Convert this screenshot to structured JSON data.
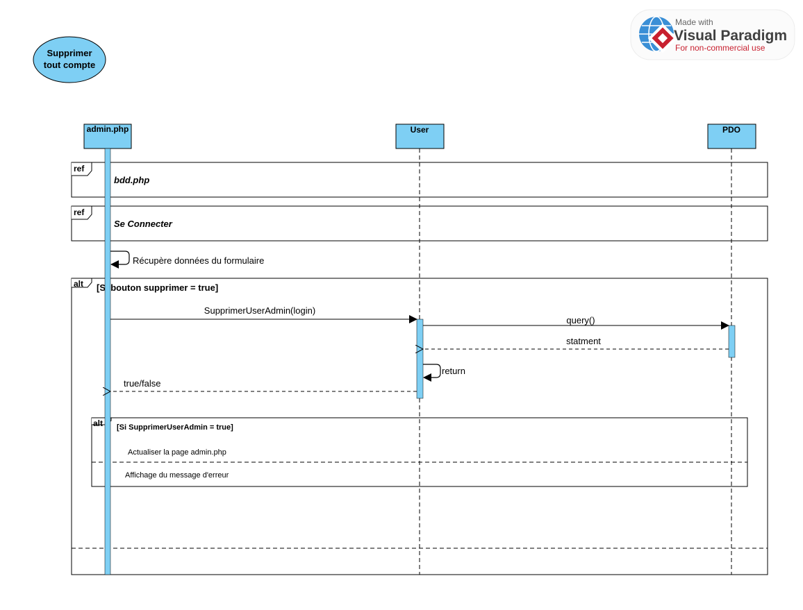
{
  "use_case": {
    "label_line1": "Supprimer",
    "label_line2": "tout compte"
  },
  "badge": {
    "made_with": "Made with",
    "brand": "Visual Paradigm",
    "license": "For non-commercial use"
  },
  "lifelines": {
    "admin": "admin.php",
    "user": "User",
    "pdo": "PDO"
  },
  "refs": [
    {
      "tag": "ref",
      "label": "bdd.php"
    },
    {
      "tag": "ref",
      "label": "Se Connecter"
    }
  ],
  "messages": {
    "recupere": "Récupère données du formulaire",
    "supprimer_user_admin": "SupprimerUserAdmin(login)",
    "query": "query()",
    "statment": "statment",
    "return": "return",
    "true_false": "true/false"
  },
  "alt_outer": {
    "tag": "alt",
    "guard": "[Si bouton supprimer = true]"
  },
  "alt_inner": {
    "tag": "alt",
    "guard": "[Si SupprimerUserAdmin = true]",
    "branch1": "Actualiser la page admin.php",
    "branch2": "Affichage du message d'erreur"
  },
  "colors": {
    "fill": "#7ecff4",
    "line": "#000000",
    "badge_red": "#c8202f",
    "badge_blue": "#3a8fd6"
  }
}
